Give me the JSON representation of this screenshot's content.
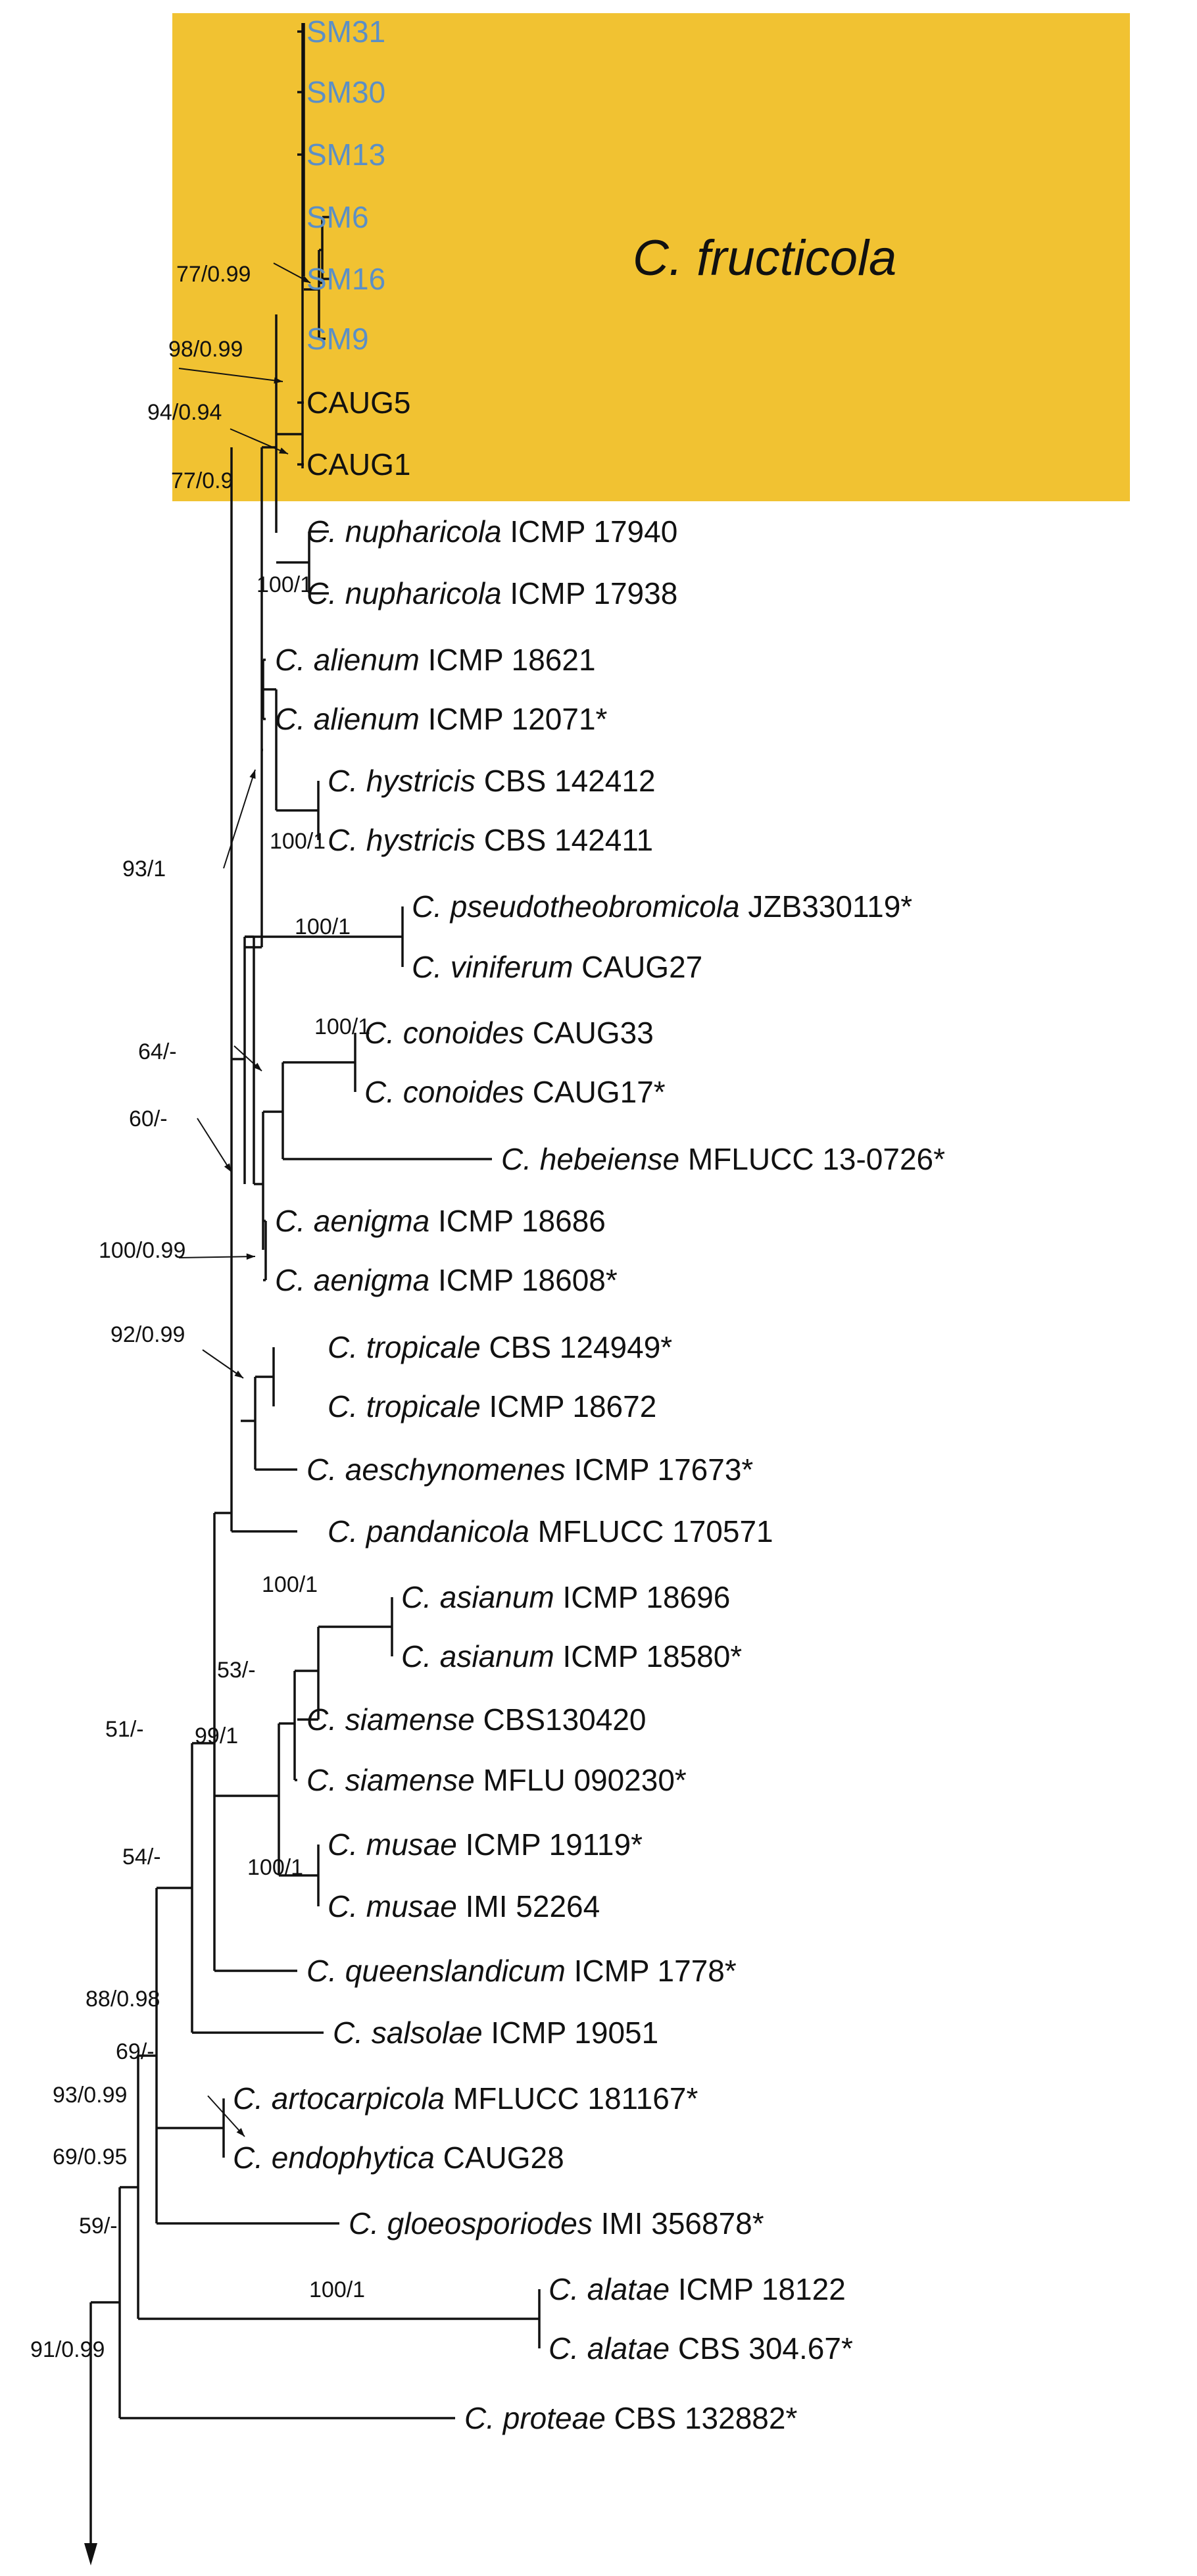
{
  "colors": {
    "highlight": "#F1C232",
    "sample_text": "#5B8FC6",
    "line": "#111111"
  },
  "clade": {
    "name": "C. fructicola"
  },
  "taxa": [
    {
      "id": "sm31",
      "species": "",
      "strain": "SM31",
      "sample": true
    },
    {
      "id": "sm30",
      "species": "",
      "strain": "SM30",
      "sample": true
    },
    {
      "id": "sm13",
      "species": "",
      "strain": "SM13",
      "sample": true
    },
    {
      "id": "sm6",
      "species": "",
      "strain": "SM6",
      "sample": true
    },
    {
      "id": "sm16",
      "species": "",
      "strain": "SM16",
      "sample": true
    },
    {
      "id": "sm9",
      "species": "",
      "strain": "SM9",
      "sample": true
    },
    {
      "id": "caug5",
      "species": "",
      "strain": "CAUG5",
      "sample": false
    },
    {
      "id": "caug1",
      "species": "",
      "strain": "CAUG1",
      "sample": false
    },
    {
      "id": "nuph1",
      "species": "C. nupharicola",
      "strain": "ICMP 17940"
    },
    {
      "id": "nuph2",
      "species": "C. nupharicola",
      "strain": "ICMP 17938"
    },
    {
      "id": "alie1",
      "species": "C. alienum",
      "strain": "ICMP 18621"
    },
    {
      "id": "alie2",
      "species": "C. alienum",
      "strain": "ICMP 12071*"
    },
    {
      "id": "hyst1",
      "species": "C. hystricis",
      "strain": "CBS 142412"
    },
    {
      "id": "hyst2",
      "species": "C. hystricis",
      "strain": "CBS 142411"
    },
    {
      "id": "pseu",
      "species": "C. pseudotheobromicola",
      "strain": "JZB330119*"
    },
    {
      "id": "vini",
      "species": "C. viniferum",
      "strain": "CAUG27"
    },
    {
      "id": "cono1",
      "species": "C. conoides",
      "strain": "CAUG33"
    },
    {
      "id": "cono2",
      "species": "C. conoides",
      "strain": "CAUG17*"
    },
    {
      "id": "hebe",
      "species": "C. hebeiense",
      "strain": "MFLUCC 13-0726*"
    },
    {
      "id": "aeni1",
      "species": "C. aenigma",
      "strain": "ICMP 18686"
    },
    {
      "id": "aeni2",
      "species": "C. aenigma",
      "strain": "ICMP 18608*"
    },
    {
      "id": "trop1",
      "species": "C. tropicale",
      "strain": "CBS 124949*"
    },
    {
      "id": "trop2",
      "species": "C. tropicale",
      "strain": "ICMP 18672"
    },
    {
      "id": "aesc",
      "species": "C. aeschynomenes",
      "strain": "ICMP 17673*"
    },
    {
      "id": "pand",
      "species": "C. pandanicola",
      "strain": "MFLUCC 170571"
    },
    {
      "id": "asia1",
      "species": "C. asianum",
      "strain": "ICMP 18696"
    },
    {
      "id": "asia2",
      "species": "C. asianum",
      "strain": "ICMP 18580*"
    },
    {
      "id": "siam1",
      "species": "C. siamense",
      "strain": "CBS130420"
    },
    {
      "id": "siam2",
      "species": "C. siamense",
      "strain": "MFLU 090230*"
    },
    {
      "id": "musa1",
      "species": "C. musae",
      "strain": "ICMP 19119*"
    },
    {
      "id": "musa2",
      "species": "C. musae",
      "strain": "IMI 52264"
    },
    {
      "id": "quee",
      "species": "C. queenslandicum",
      "strain": "ICMP 1778*"
    },
    {
      "id": "sals",
      "species": "C. salsolae",
      "strain": "ICMP 19051"
    },
    {
      "id": "arto",
      "species": "C. artocarpicola",
      "strain": "MFLUCC 181167*"
    },
    {
      "id": "endo",
      "species": "C. endophytica",
      "strain": "CAUG28"
    },
    {
      "id": "gloe",
      "species": "C. gloeosporiodes",
      "strain": "IMI 356878*"
    },
    {
      "id": "alat1",
      "species": "C. alatae",
      "strain": "ICMP 18122"
    },
    {
      "id": "alat2",
      "species": "C. alatae",
      "strain": "CBS 304.67*"
    },
    {
      "id": "prot",
      "species": "C. proteae",
      "strain": "CBS 132882*"
    }
  ],
  "supports": [
    "77/0.99",
    "98/0.99",
    "94/0.94",
    "77/0.9",
    "100/1",
    "93/1",
    "100/1",
    "100/1",
    "100/1",
    "64/-",
    "60/-",
    "100/0.99",
    "92/0.99",
    "51/-",
    "100/1",
    "53/-",
    "99/1",
    "100/1",
    "54/-",
    "88/0.98",
    "69/-",
    "93/0.99",
    "69/0.95",
    "59/-",
    "100/1",
    "91/0.99"
  ]
}
